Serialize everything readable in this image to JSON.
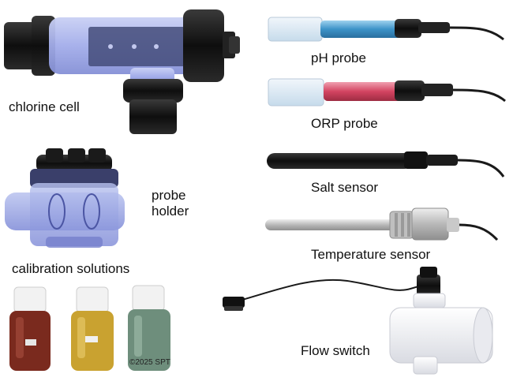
{
  "labels": {
    "chlorine_cell": "chlorine cell",
    "probe_holder_line1": "probe",
    "probe_holder_line2": "holder",
    "calibration_solutions": "calibration solutions",
    "ph_probe": "pH probe",
    "orp_probe": "ORP probe",
    "salt_sensor": "Salt sensor",
    "temperature_sensor": "Temperature sensor",
    "flow_switch": "Flow switch"
  },
  "copyright": "©2025 SPT",
  "colors": {
    "cell_body": "#a9b3ea",
    "cell_black": "#111111",
    "ph_tube": "#5aa9d6",
    "orp_tube": "#d9566e",
    "probe_cap": "#d7e7f3",
    "salt_sensor": "#1a1a1a",
    "temp_steel": "#c9c9c9",
    "bottle_red": "#7a2a1e",
    "bottle_yellow": "#c9a230",
    "bottle_green": "#6e8e7c",
    "flow_switch_body": "#f2f3f6"
  }
}
